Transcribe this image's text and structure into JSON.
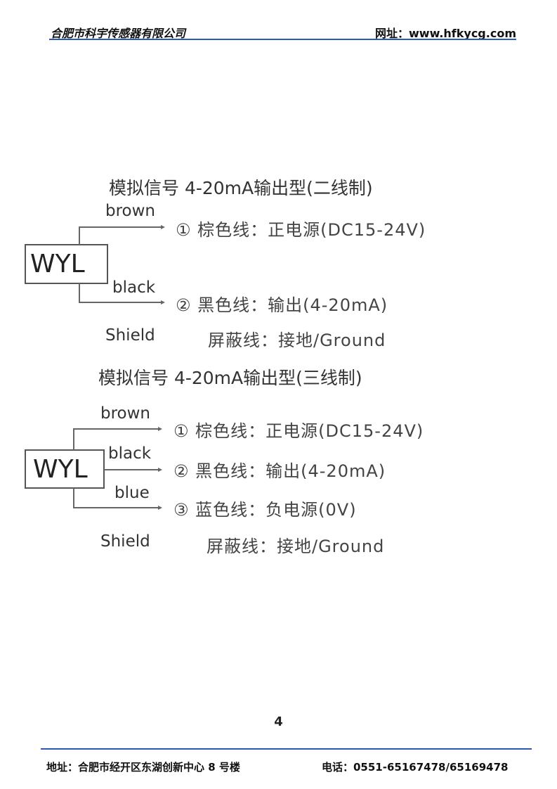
{
  "header": {
    "company": "合肥市科宇传感器有限公司",
    "website": "网址：www.hfkycg.com"
  },
  "diagrams": [
    {
      "title": "模拟信号 4-20mA输出型(二线制)",
      "device": "WYL",
      "wires": [
        {
          "color": "brown",
          "desc": "① 棕色线：正电源(DC15-24V)"
        },
        {
          "color": "black",
          "desc": "② 黑色线：输出(4-20mA)"
        }
      ],
      "shield": {
        "label": "Shield",
        "desc": "屏蔽线：接地/Ground"
      }
    },
    {
      "title": "模拟信号 4-20mA输出型(三线制)",
      "device": "WYL",
      "wires": [
        {
          "color": "brown",
          "desc": "① 棕色线：正电源(DC15-24V)"
        },
        {
          "color": "black",
          "desc": "② 黑色线：输出(4-20mA)"
        },
        {
          "color": "blue",
          "desc": "③ 蓝色线：负电源(0V)"
        }
      ],
      "shield": {
        "label": "Shield",
        "desc": "屏蔽线：接地/Ground"
      }
    }
  ],
  "page_number": "4",
  "footer": {
    "address": "地址：合肥市经开区东湖创新中心 8 号楼",
    "phone": "电话：0551-65167478/65169478"
  },
  "colors": {
    "rule": "#2a5ab0"
  }
}
